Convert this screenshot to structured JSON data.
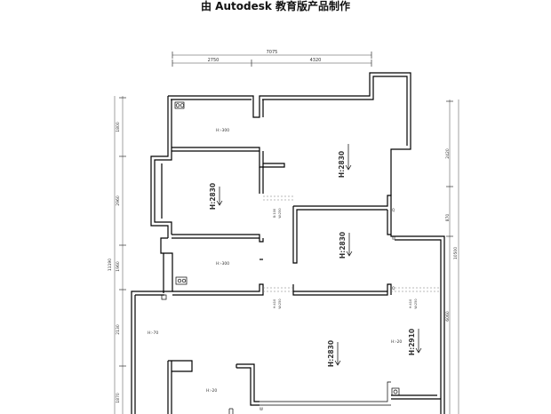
{
  "banner": "由 Autodesk 教育版产品制作",
  "dimensions": {
    "top_total": "7075",
    "top_left": "2750",
    "top_right": "4320",
    "left_1": "1800",
    "left_2": "2960",
    "left_total": "11190",
    "left_3": "1960",
    "left_4": "2130",
    "left_5": "1870",
    "right_1": "2420",
    "right_2": "870",
    "right_total": "10500",
    "right_3": "6060"
  },
  "rooms": {
    "top_left_h": "H:-300",
    "top_right_h": "H:2830",
    "mid_left_h": "H:2830",
    "mid_right_h": "H:2830",
    "small_left_h": "H:-300",
    "big_left_h": "H:-70",
    "big_center_h": "H:2830",
    "big_right_h1": "H:-20",
    "big_right_h2": "H:2910",
    "bottom_left_h": "H:-20"
  },
  "beams": {
    "beam1_a": "B:100",
    "beam1_b": "W:250",
    "beam2_a": "H:410",
    "beam2_b": "W:250",
    "beam3_a": "H:410",
    "beam3_b": "W:250"
  },
  "fixtures": {
    "fixture_1": "Q",
    "fixture_2": "W",
    "fixture_3": "Q",
    "fixture_4": "W"
  }
}
